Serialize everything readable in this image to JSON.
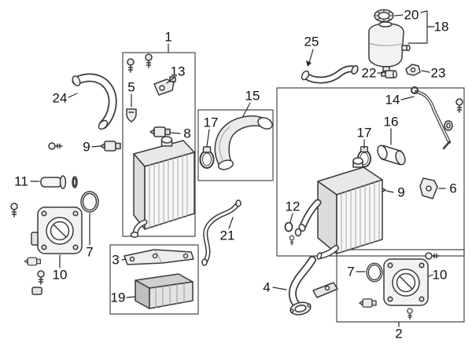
{
  "diagram": {
    "type": "exploded-parts-diagram",
    "background_color": "#ffffff",
    "line_color": "#3a3a3a",
    "callouts": [
      {
        "label": "1"
      },
      {
        "label": "13"
      },
      {
        "label": "5"
      },
      {
        "label": "24"
      },
      {
        "label": "15"
      },
      {
        "label": "17"
      },
      {
        "label": "8"
      },
      {
        "label": "9"
      },
      {
        "label": "11"
      },
      {
        "label": "7"
      },
      {
        "label": "10"
      },
      {
        "label": "3"
      },
      {
        "label": "19"
      },
      {
        "label": "21"
      },
      {
        "label": "12"
      },
      {
        "label": "4"
      },
      {
        "label": "25"
      },
      {
        "label": "20"
      },
      {
        "label": "18"
      },
      {
        "label": "22"
      },
      {
        "label": "23"
      },
      {
        "label": "14"
      },
      {
        "label": "17"
      },
      {
        "label": "16"
      },
      {
        "label": "9"
      },
      {
        "label": "6"
      },
      {
        "label": "7"
      },
      {
        "label": "10"
      },
      {
        "label": "2"
      }
    ]
  }
}
